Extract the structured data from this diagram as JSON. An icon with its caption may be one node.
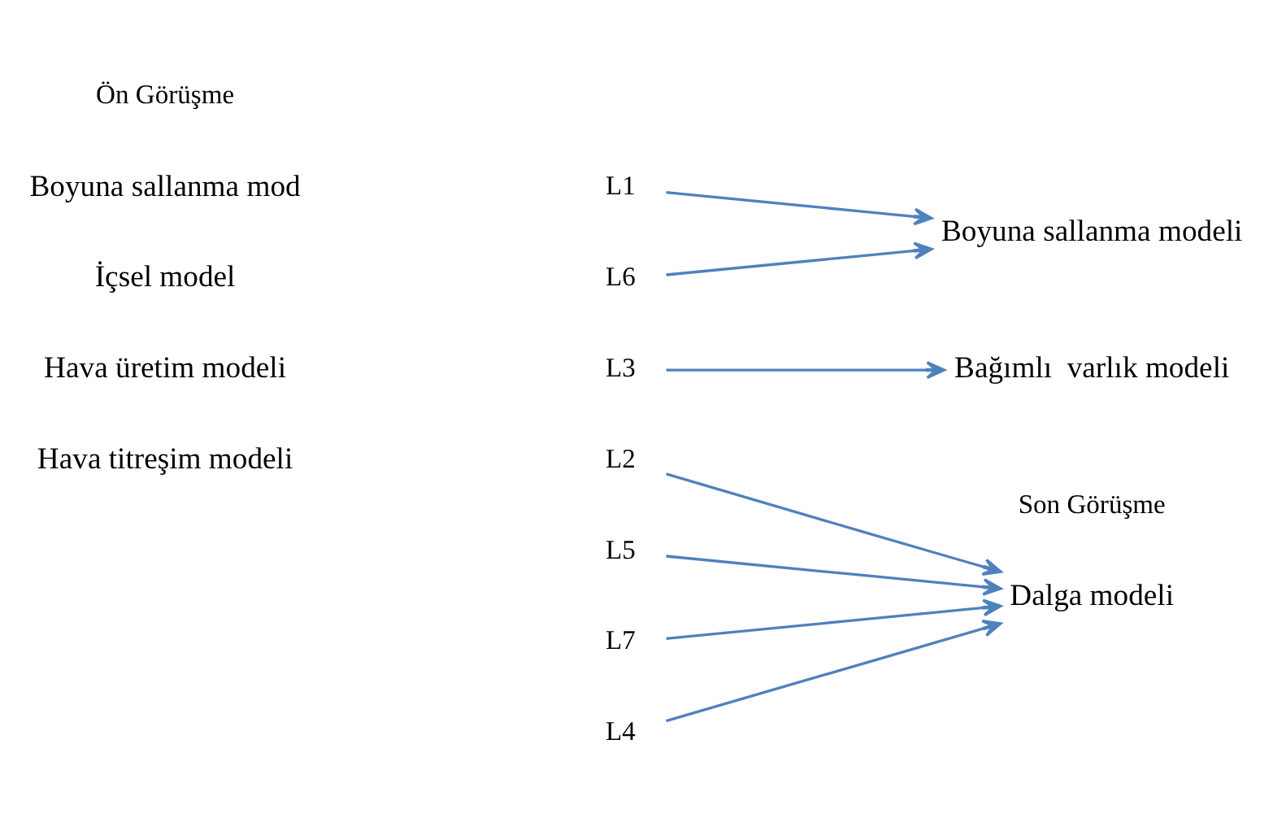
{
  "diagram": {
    "nodes": [
      {
        "text": [
          "L1"
        ]
      },
      {
        "text": [
          "L2"
        ]
      },
      {
        "text": [
          "L5"
        ]
      },
      {
        "text": [
          "L3"
        ]
      },
      {
        "text": [
          "L7"
        ]
      },
      {
        "text": [
          "L4"
        ]
      },
      {
        "text": [
          "L6"
        ]
      },
      {
        "text": [
          "Dalga modeli"
        ]
      },
      {
        "text": [
          "Boyuna sallanma modeli"
        ]
      },
      {
        "text": [
          "Bağımlı  varlık modeli"
        ]
      }
    ],
    "edges": [
      {
        "from": 0,
        "to": 8,
        "arrow": "to"
      },
      {
        "from": 1,
        "to": 7,
        "arrow": "to"
      },
      {
        "from": 2,
        "to": 7,
        "arrow": "to"
      },
      {
        "from": 3,
        "to": 9,
        "arrow": "to"
      },
      {
        "from": 4,
        "to": 7,
        "arrow": "to"
      },
      {
        "from": 5,
        "to": 7,
        "arrow": "to"
      },
      {
        "from": 6,
        "to": 8,
        "arrow": "to"
      }
    ],
    "labels": [
      "Ön Görüşme",
      "Son Görüşme",
      "Boyuna sallanma mod",
      "İçsel model",
      "Hava üretim modeli",
      "Hava titreşim modeli"
    ]
  }
}
